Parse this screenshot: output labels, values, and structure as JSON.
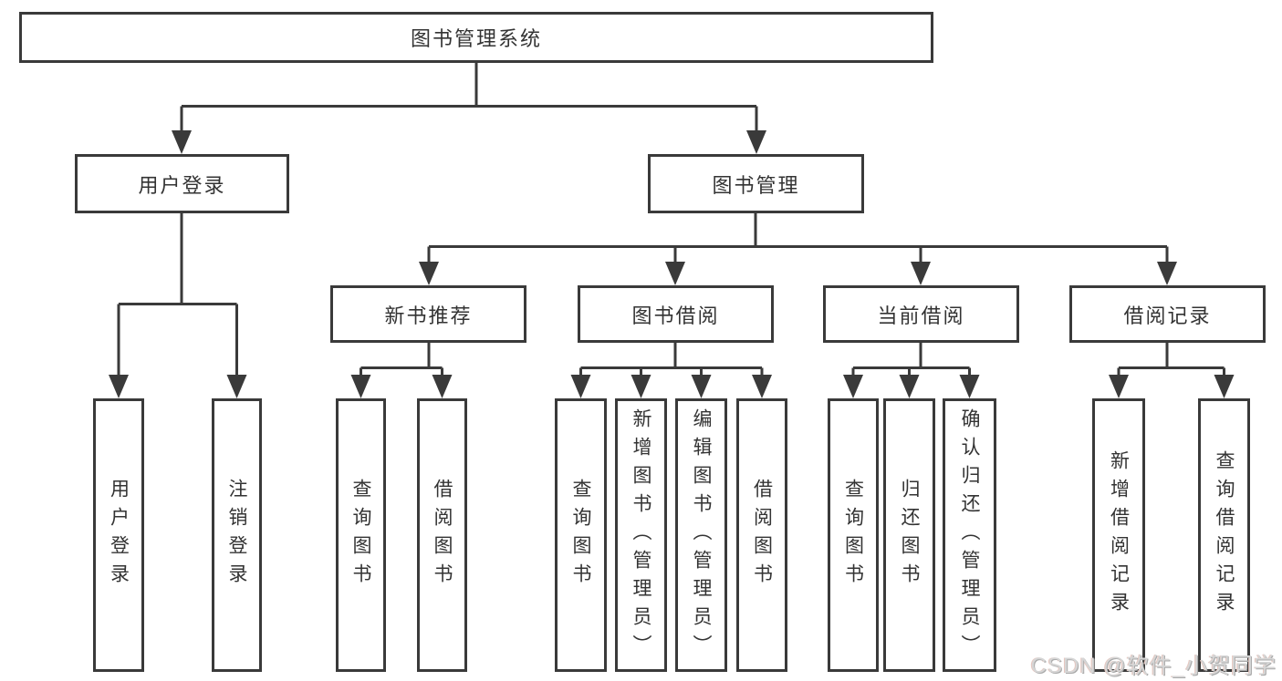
{
  "colors": {
    "line": "#3a3a3a",
    "box_border": "#3a3a3a",
    "text": "#333333",
    "background": "#ffffff",
    "watermark": "#d6d6d6"
  },
  "watermark": {
    "text": "CSDN @软件_小贺同学"
  },
  "tree": {
    "root": {
      "label": "图书管理系统",
      "children": [
        {
          "label": "用户登录",
          "children": [
            {
              "label": "用户登录"
            },
            {
              "label": "注销登录"
            }
          ]
        },
        {
          "label": "图书管理",
          "children": [
            {
              "label": "新书推荐",
              "children": [
                {
                  "label": "查询图书"
                },
                {
                  "label": "借阅图书"
                }
              ]
            },
            {
              "label": "图书借阅",
              "children": [
                {
                  "label": "查询图书"
                },
                {
                  "label": "新增图书（管理员）"
                },
                {
                  "label": "编辑图书（管理员）"
                },
                {
                  "label": "借阅图书"
                }
              ]
            },
            {
              "label": "当前借阅",
              "children": [
                {
                  "label": "查询图书"
                },
                {
                  "label": "归还图书"
                },
                {
                  "label": "确认归还（管理员）"
                }
              ]
            },
            {
              "label": "借阅记录",
              "children": [
                {
                  "label": "新增借阅记录"
                },
                {
                  "label": "查询借阅记录"
                }
              ]
            }
          ]
        }
      ]
    }
  }
}
